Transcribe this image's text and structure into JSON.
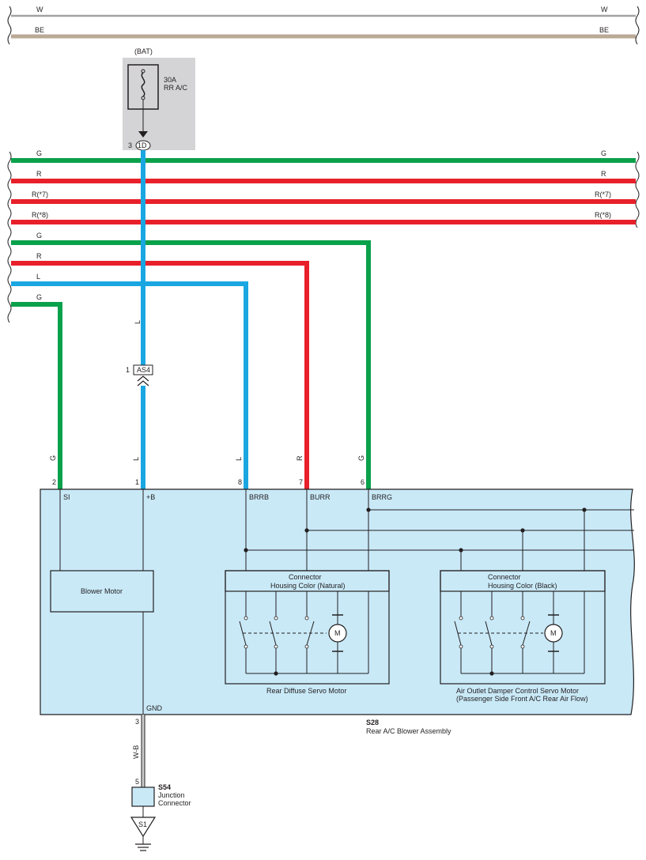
{
  "colors": {
    "green": "#0aa14b",
    "red": "#e8202a",
    "blue": "#19a6e1",
    "beige": "#b9a995",
    "white_wire": "#cccccc",
    "assembly_fill": "#c9e9f7",
    "fuse_box_fill": "#d4d4d6",
    "line": "#231f20"
  },
  "top_bus": {
    "w": {
      "left": "W",
      "right": "W"
    },
    "be": {
      "left": "BE",
      "right": "BE"
    }
  },
  "fuse": {
    "source": "(BAT)",
    "rating": "30A",
    "name": "RR A/C",
    "pin": "3",
    "connector": "1D",
    "icon": "fuse-icon"
  },
  "bus": {
    "g1": {
      "left": "G",
      "right": "G"
    },
    "r1": {
      "left": "R",
      "right": "R"
    },
    "r7": {
      "left": "R(*7)",
      "right": "R(*7)"
    },
    "r8": {
      "left": "R(*8)",
      "right": "R(*8)"
    },
    "g2": {
      "left": "G"
    },
    "r2": {
      "left": "R"
    },
    "l": {
      "left": "L"
    },
    "g3": {
      "left": "G"
    }
  },
  "inline_connector": {
    "pin": "1",
    "name": "AS4",
    "wire_above": "L"
  },
  "pins": {
    "si": {
      "wire": "G",
      "num": "2",
      "label": "SI"
    },
    "b": {
      "wire": "L",
      "num": "1",
      "label": "+B"
    },
    "brrb": {
      "wire": "L",
      "num": "8",
      "label": "BRRB"
    },
    "burr": {
      "wire": "R",
      "num": "7",
      "label": "BURR"
    },
    "brrg": {
      "wire": "G",
      "num": "6",
      "label": "BRRG"
    }
  },
  "assembly": {
    "blower_motor": "Blower Motor",
    "diffuse_connector_line1": "Connector",
    "diffuse_connector_line2": "Housing Color (Natural)",
    "diffuse_caption": "Rear Diffuse Servo Motor",
    "damper_connector_line1": "Connector",
    "damper_connector_line2": "Housing Color (Black)",
    "damper_caption_line1": "Air Outlet Damper Control Servo Motor",
    "damper_caption_line2": "(Passenger Side Front A/C Rear Air Flow)",
    "motor_symbol": "M",
    "gnd": "GND",
    "code": "S28",
    "name": "Rear A/C Blower Assembly"
  },
  "ground": {
    "pin_top": "3",
    "wire": "W-B",
    "pin_bottom": "5",
    "junction_code": "S54",
    "junction_line1": "Junction",
    "junction_line2": "Connector",
    "ground_point": "S1",
    "icon": "ground-icon"
  }
}
